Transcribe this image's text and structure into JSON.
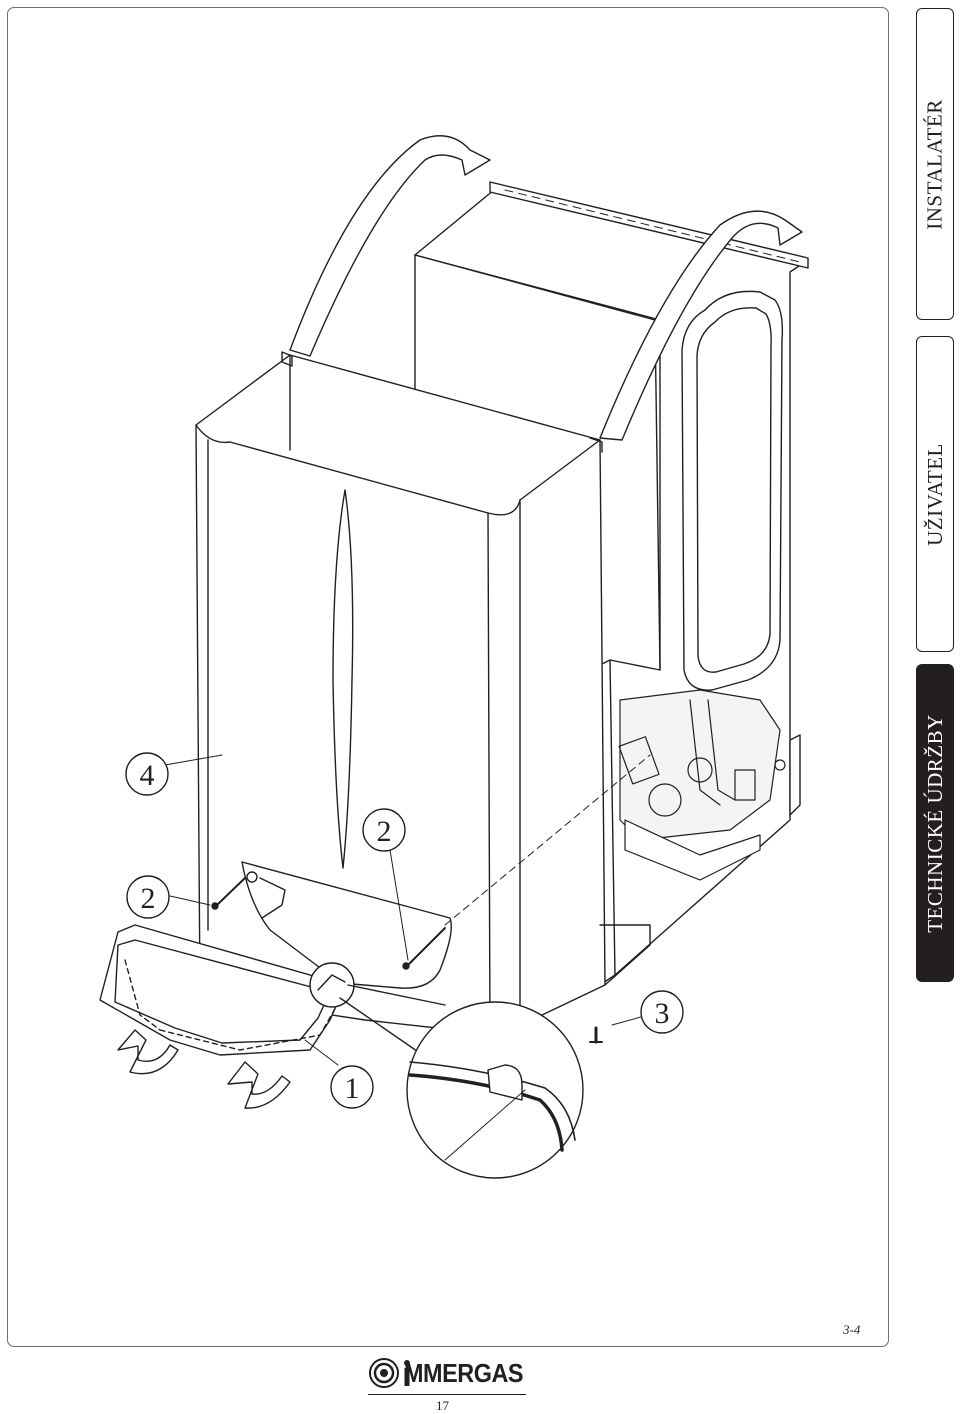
{
  "side_tabs": {
    "instalater": "INSTALATÉR",
    "uzivatel": "UŽIVATEL",
    "technicke_udrzby": "TECHNICKÉ ÚDRŽBY"
  },
  "figure": {
    "label": "3-4",
    "callouts": {
      "c4": "4",
      "c2_left": "2",
      "c2_right": "2",
      "c3": "3",
      "c1": "1"
    }
  },
  "footer": {
    "brand": "MMERGAS",
    "page_number": "17"
  }
}
